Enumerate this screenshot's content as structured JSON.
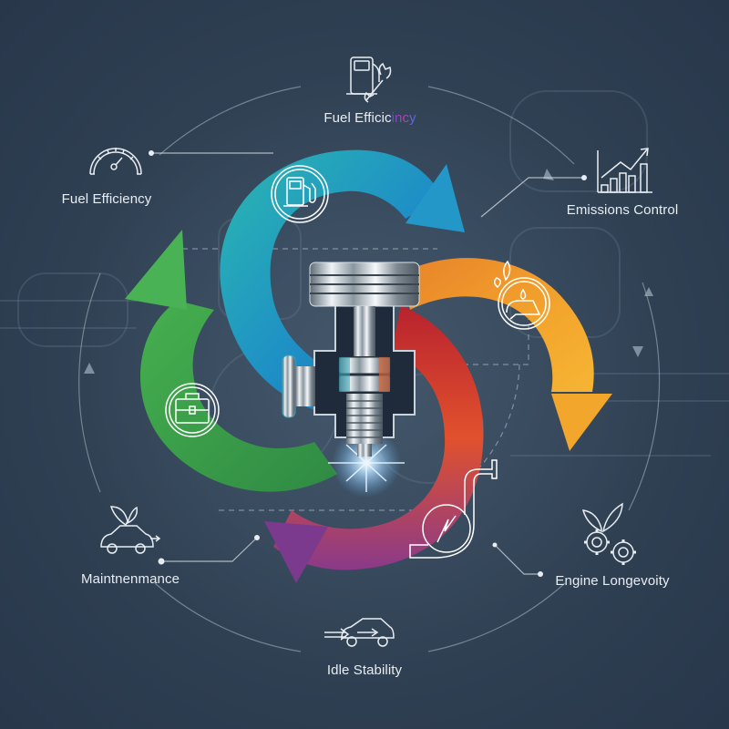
{
  "diagram": {
    "type": "cyclical-infographic",
    "center": {
      "subject": "piston-and-spark-plug-assembly",
      "icon": "spark-plug-piston-icon"
    },
    "colors": {
      "background": "#2f4052",
      "background_edge": "#26354a",
      "text": "#e8edf2",
      "line": "#c9d3dc",
      "arrow_blue": "#1f8fc4",
      "arrow_teal": "#2ab3b0",
      "arrow_orange": "#f0a02a",
      "arrow_red": "#d9432e",
      "arrow_purple": "#7b3a8e",
      "arrow_green": "#3ea84e",
      "spark": "#cfe8ff"
    },
    "arrow_segments": [
      {
        "color": "blue-teal",
        "icon": "fuel-pump-icon",
        "direction": "clockwise"
      },
      {
        "color": "orange",
        "icon": "eco-engine-leaf-icon",
        "direction": "clockwise"
      },
      {
        "color": "red-purple",
        "icon": "exhaust-pipe-icon",
        "direction": "clockwise"
      },
      {
        "color": "green",
        "icon": "toolbox-icon",
        "direction": "clockwise"
      }
    ],
    "nodes": [
      {
        "id": "top",
        "label_prefix": "Fuel Efficic",
        "label_suffix": "incy",
        "icon": "fuel-pump-wrench-icon"
      },
      {
        "id": "top-left",
        "label": "Fuel Efficiency",
        "icon": "speedometer-icon"
      },
      {
        "id": "top-right",
        "label": "Emissions Control",
        "icon": "bar-chart-trend-icon"
      },
      {
        "id": "bottom-left",
        "label": "Maintnenmance",
        "icon": "eco-car-leaf-icon"
      },
      {
        "id": "bottom-right",
        "label": "Engine Longevoity",
        "icon": "gears-leaf-icon"
      },
      {
        "id": "bottom",
        "label": "Idle Stability",
        "icon": "car-airflow-icon"
      }
    ]
  }
}
